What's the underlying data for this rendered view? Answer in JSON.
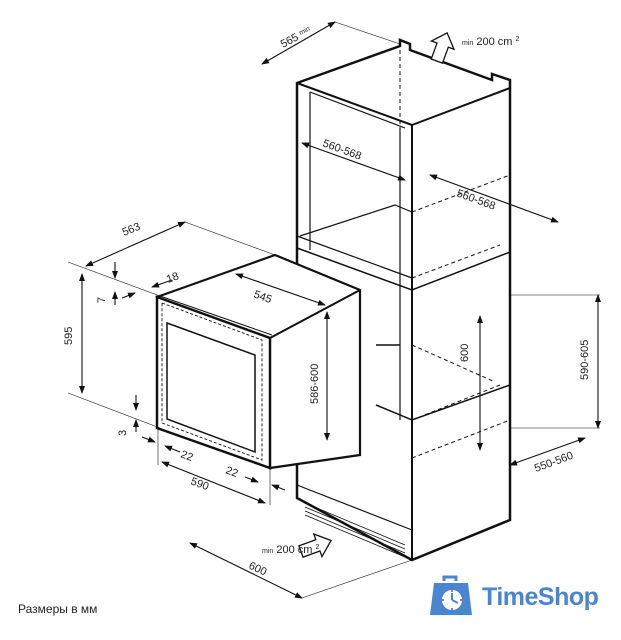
{
  "caption": "Размеры в мм",
  "logo": {
    "text": "TimeShop",
    "color": "#4a86cf"
  },
  "dimensions": {
    "cabinet_top_depth": "565",
    "cabinet_top_depth_min": "min",
    "vent_top": "200 cm",
    "vent_top_min": "min",
    "vent_top_exp": "2",
    "inner_width_top": "560-568",
    "inner_width_side": "560-568",
    "niche_height": "600",
    "niche_height_outer": "590-605",
    "niche_depth": "550-560",
    "vent_bottom": "200 cm",
    "vent_bottom_min": "min",
    "vent_bottom_exp": "2",
    "bottom_width": "600",
    "oven_depth": "563",
    "oven_body_depth": "545",
    "oven_height": "595",
    "oven_body_height": "586-600",
    "oven_width": "590",
    "frame_top": "7",
    "frame_thickness": "18",
    "frame_bottom": "3",
    "frame_left": "22",
    "frame_right": "22"
  }
}
